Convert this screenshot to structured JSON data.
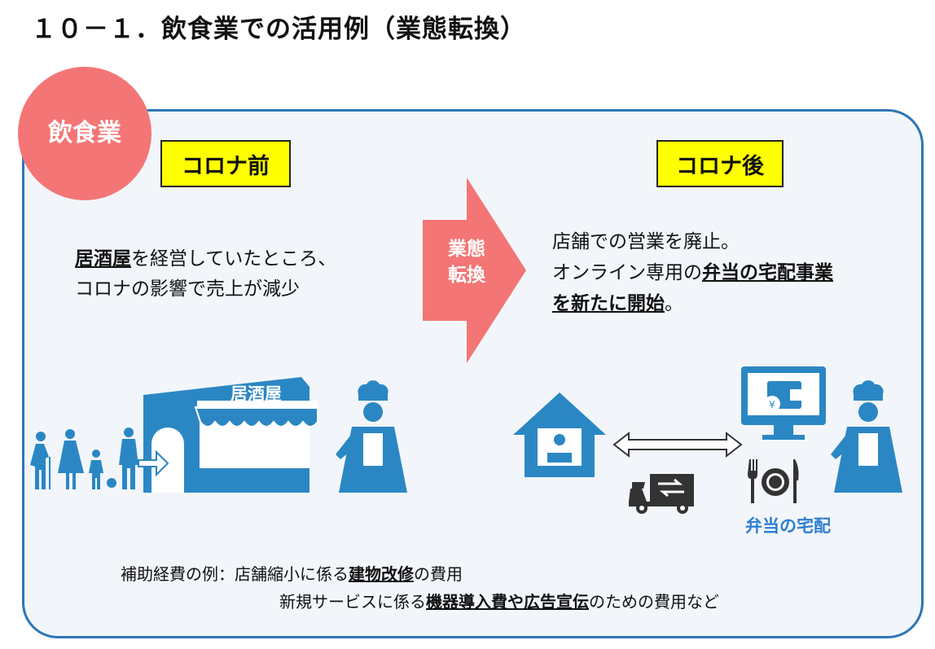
{
  "title": "１０－１．飲食業での活用例（業態転換）",
  "badge": "飲食業",
  "before_label": "コロナ前",
  "after_label": "コロナ後",
  "before_desc": {
    "line1_bold": "居酒屋",
    "line1_rest": "を経営していたところ、",
    "line2": "コロナの影響で売上が減少"
  },
  "transition": {
    "line1": "業態",
    "line2": "転換"
  },
  "after_desc": {
    "line1": "店舗での営業を廃止。",
    "line2_plain": "オンライン専用の",
    "line2_bold": "弁当の宅配事業",
    "line3_bold": "を新たに開始",
    "line3_rest": "。"
  },
  "shop_sign": "居酒屋",
  "delivery_label": "弁当の宅配",
  "subsidy_note": {
    "prefix": "補助経費の例：店舗縮小に係る",
    "item1_bold": "建物改修",
    "item1_rest": "の費用",
    "line2_prefix": "新規サービスに係る",
    "item2_bold": "機器導入費や広告宣伝",
    "item2_rest": "のための費用など"
  },
  "colors": {
    "panel_border": "#2e75b6",
    "badge": "#f47575",
    "label_bg": "#ffff00",
    "icon_blue": "#2b87c4",
    "arrow": "#f47575"
  },
  "icons": [
    "people-icon",
    "shop-icon",
    "chef-icon",
    "house-icon",
    "double-arrow-icon",
    "truck-icon",
    "computer-wallet-icon",
    "cutlery-plate-icon"
  ]
}
